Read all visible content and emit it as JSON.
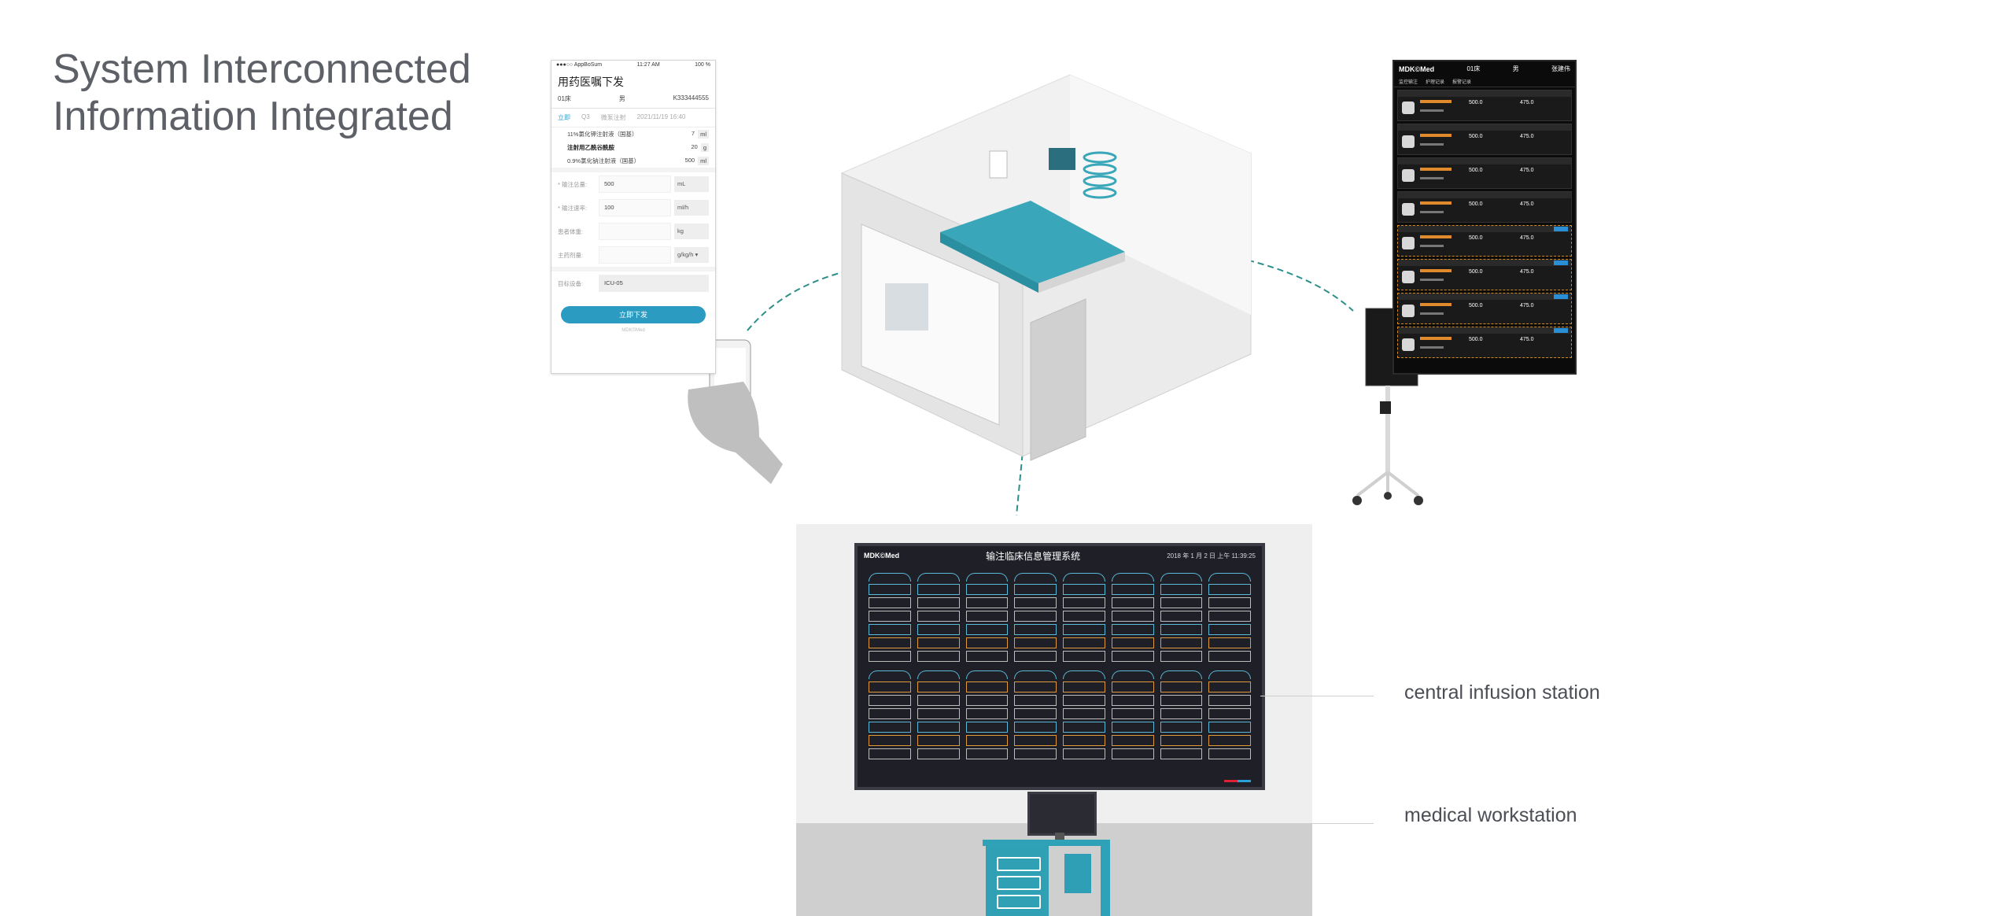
{
  "headline": {
    "line1": "System Interconnected",
    "line2": "Information Integrated"
  },
  "phone_app": {
    "status_carrier": "●●●○○ AppBoSum",
    "status_time": "11:27 AM",
    "status_battery": "100 %",
    "title": "用药医嘱下发",
    "bed": "01床",
    "gender": "男",
    "patient_id": "K333444555",
    "tabs": [
      "立即",
      "Q3",
      "微泵注射",
      "2021/11/19 16:40"
    ],
    "drugs": [
      {
        "name": "11%氯化钾注射液（国基）",
        "qty": "7",
        "unit": "ml"
      },
      {
        "name": "注射用乙酰谷酰胺",
        "qty": "20",
        "unit": "g"
      },
      {
        "name": "0.9%氯化钠注射液（国基）",
        "qty": "500",
        "unit": "ml"
      }
    ],
    "fields": [
      {
        "label": "* 输注总量:",
        "value": "500",
        "unit": "mL"
      },
      {
        "label": "* 输注速率:",
        "value": "100",
        "unit": "ml/h"
      },
      {
        "label": "患者体重:",
        "value": "",
        "unit": "kg"
      },
      {
        "label": "主药剂量:",
        "value": "",
        "unit": "g/kg/h ▾"
      }
    ],
    "target_label": "目标设备:",
    "target_value": "ICU-05",
    "send_button": "立即下发",
    "footer": "MDK©Med"
  },
  "tablet": {
    "logo": "MDK©Med",
    "bed": "01床",
    "gender": "男",
    "name": "张建伟",
    "tabs": [
      "监控输注",
      "护理记录",
      "报警记录"
    ],
    "rows": [
      {
        "v1": "500.0",
        "v2": "475.0"
      },
      {
        "v1": "500.0",
        "v2": "475.0"
      },
      {
        "v1": "500.0",
        "v2": "475.0"
      },
      {
        "v1": "500.0",
        "v2": "475.0"
      },
      {
        "v1": "500.0",
        "v2": "475.0"
      },
      {
        "v1": "500.0",
        "v2": "475.0"
      },
      {
        "v1": "500.0",
        "v2": "475.0"
      },
      {
        "v1": "500.0",
        "v2": "475.0"
      }
    ]
  },
  "central_monitor": {
    "logo": "MDK©Med",
    "title": "输注临床信息管理系统",
    "datetime": "2018 年 1 月 2 日  上午 11:39:25"
  },
  "callouts": {
    "central_infusion_station": "central infusion station",
    "medical_workstation": "medical workstation"
  },
  "colors": {
    "accent_teal": "#2fa2b8",
    "headline_gray": "#5d6066",
    "monitor_bg": "#1e1f27"
  }
}
